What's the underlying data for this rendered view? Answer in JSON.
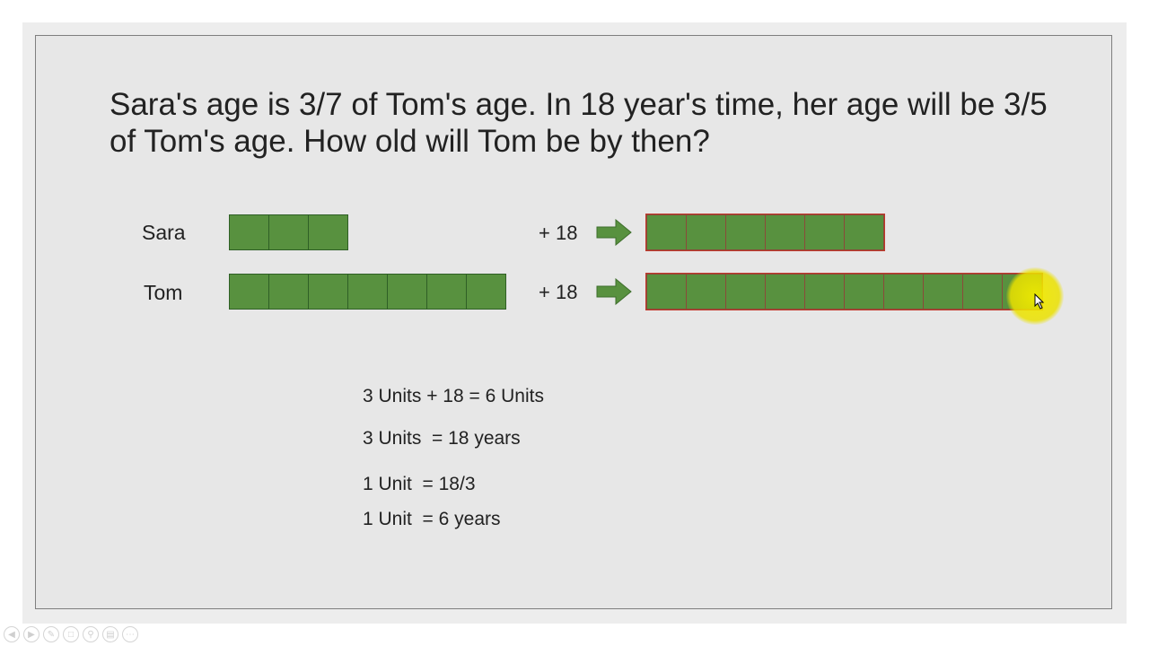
{
  "slide": {
    "question": "Sara's age is 3/7 of Tom's age. In 18 year's time, her age will be 3/5 of Tom's age. How old will Tom be by then?",
    "rows": [
      {
        "label": "Sara",
        "now_units": 3,
        "plus": "+ 18",
        "future_units": 6
      },
      {
        "label": "Tom",
        "now_units": 7,
        "plus": "+ 18",
        "future_units": 10
      }
    ],
    "equations": [
      "3 Units + 18 = 6 Units",
      "3 Units  = 18 years",
      "1 Unit  = 18/3",
      "1 Unit  = 6 years"
    ]
  },
  "colors": {
    "unit_fill": "#58913f",
    "future_outline": "#c0392b",
    "arrow": "#58913f",
    "pointer_highlight": "#f0eb00"
  },
  "toolbar": {
    "icons": [
      "previous-icon",
      "next-icon",
      "pen-icon",
      "slides-icon",
      "zoom-icon",
      "screen-icon",
      "more-icon"
    ]
  }
}
